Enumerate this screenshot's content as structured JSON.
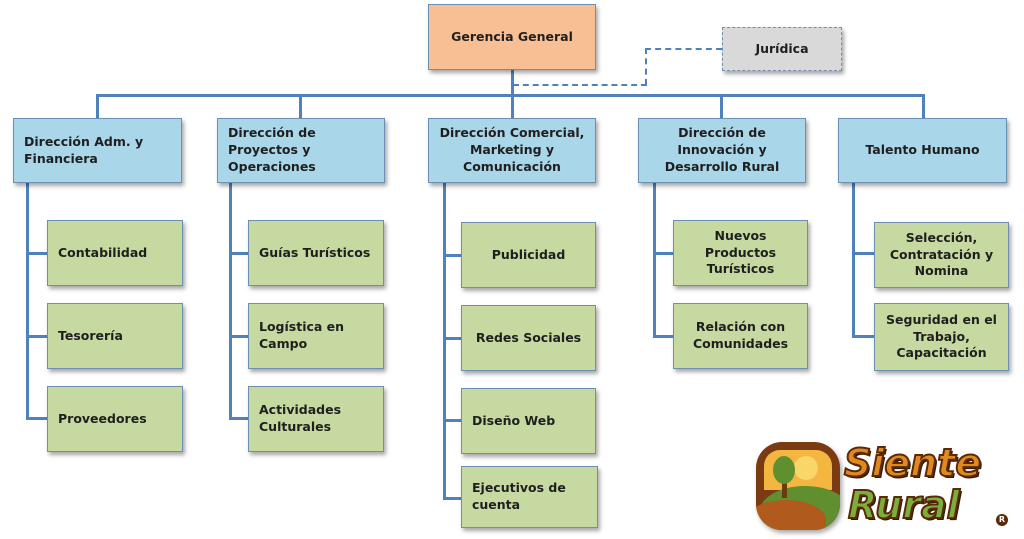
{
  "chart_data": {
    "type": "org_chart",
    "root": {
      "label": "Gerencia General"
    },
    "advisory": {
      "label": "Jurídica"
    },
    "directions": [
      {
        "label": "Dirección Adm. y Financiera",
        "units": [
          "Contabilidad",
          "Tesorería",
          "Proveedores"
        ]
      },
      {
        "label": "Dirección de Proyectos y Operaciones",
        "units": [
          "Guías Turísticos",
          "Logística en Campo",
          "Actividades Culturales"
        ]
      },
      {
        "label": "Dirección Comercial, Marketing y Comunicación",
        "units": [
          "Publicidad",
          "Redes Sociales",
          "Diseño Web",
          "Ejecutivos de cuenta"
        ]
      },
      {
        "label": "Dirección de Innovación y Desarrollo Rural",
        "units": [
          "Nuevos Productos Turísticos",
          "Relación con Comunidades"
        ]
      },
      {
        "label": "Talento Humano",
        "units": [
          "Selección, Contratación y Nomina",
          "Seguridad en el Trabajo, Capacitación"
        ]
      }
    ]
  },
  "logo": {
    "line1": "Siente",
    "line2": "Rural",
    "mark": "R"
  },
  "colors": {
    "root_fill": "#f8bf94",
    "advisory_fill": "#d9d9d9",
    "direction_fill": "#a9d6e8",
    "unit_fill": "#c6d9a0",
    "connector": "#4f81bd"
  }
}
